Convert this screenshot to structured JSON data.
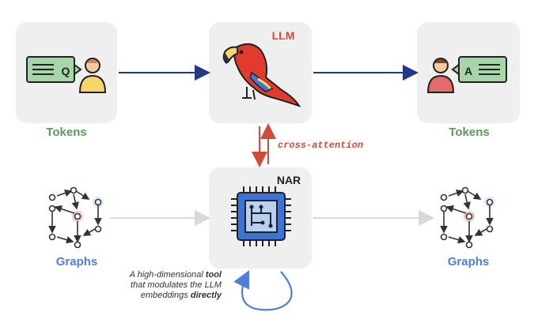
{
  "nodes": {
    "llm": {
      "label": "LLM",
      "label_color": "#d24a3a"
    },
    "nar": {
      "label": "NAR",
      "label_color": "#222222"
    },
    "tokens_in": {
      "caption": "Tokens",
      "bubble_letter": "Q"
    },
    "tokens_out": {
      "caption": "Tokens",
      "bubble_letter": "A"
    },
    "graphs_in": {
      "caption": "Graphs"
    },
    "graphs_out": {
      "caption": "Graphs"
    }
  },
  "edges": {
    "cross_attention": {
      "label": "cross-attention",
      "color": "#d24a3a"
    }
  },
  "annotation": {
    "line1_a": "A high-dimensional ",
    "line1_b": "tool",
    "line2": "that modulates the LLM",
    "line3_a": "embeddings ",
    "line3_b": "directly"
  },
  "colors": {
    "token_arrow": "#1f3a8a",
    "graph_arrow": "#d8d8d8",
    "self_loop": "#4f7fd6",
    "green": "#5a9b5a",
    "blue": "#4f7fd6"
  }
}
